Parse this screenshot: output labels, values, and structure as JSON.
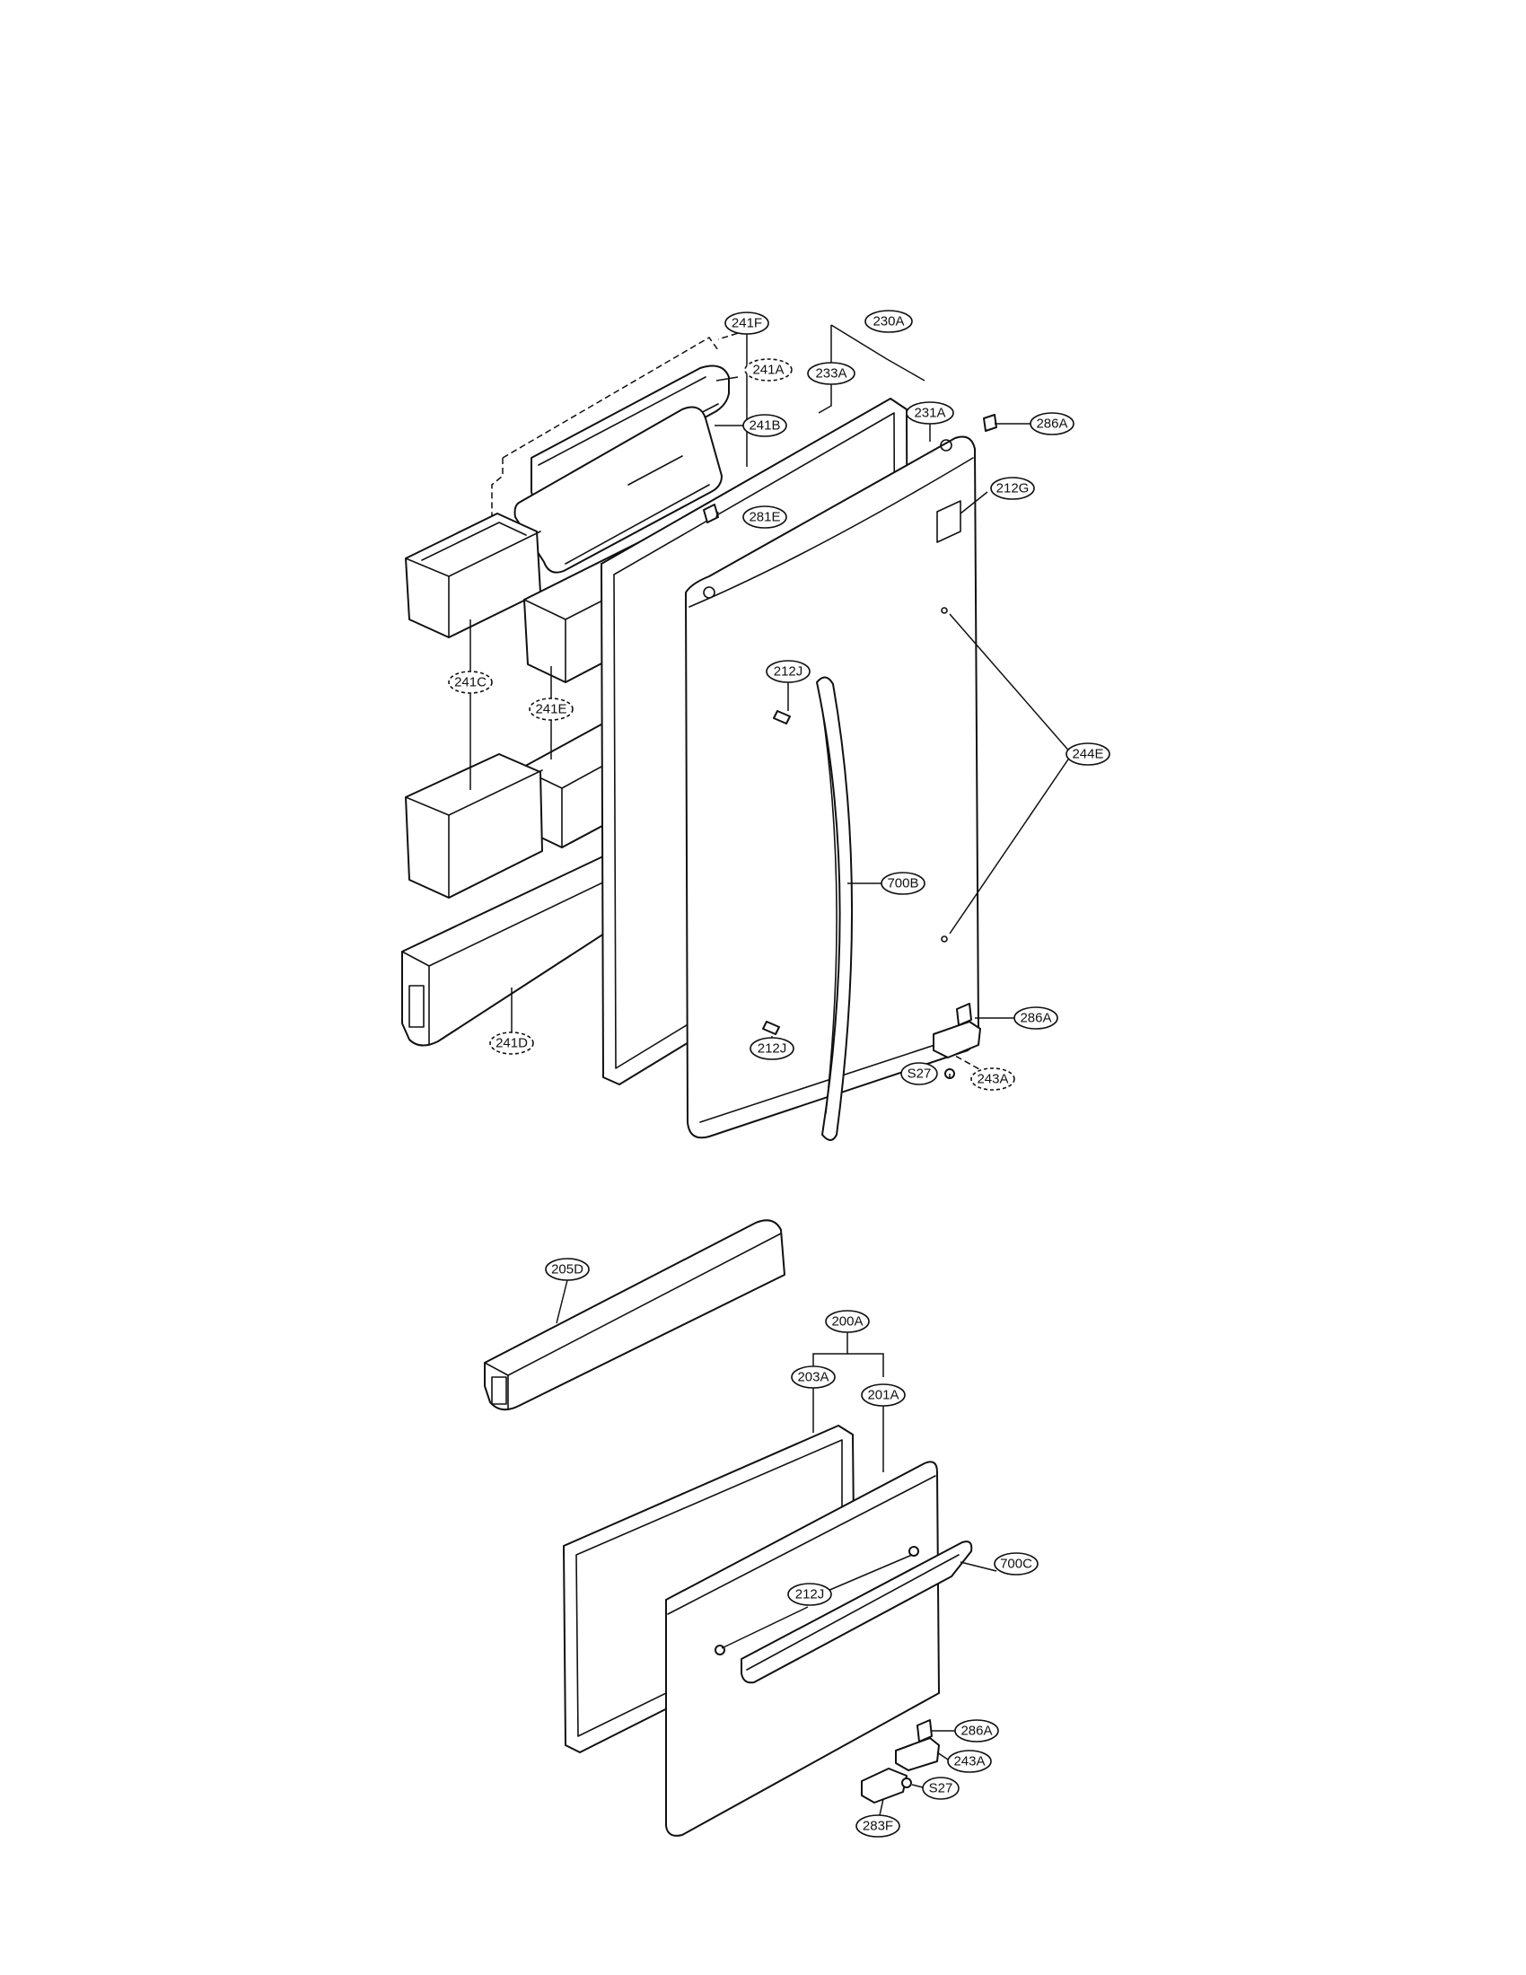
{
  "callouts": {
    "c241F": "241F",
    "c230A": "230A",
    "c241A": "241A",
    "c233A": "233A",
    "c231A": "231A",
    "c286A_top": "286A",
    "c241B": "241B",
    "c212G": "212G",
    "c281E": "281E",
    "c212J_upper": "212J",
    "c241C": "241C",
    "c241E": "241E",
    "c244E": "244E",
    "c700B": "700B",
    "c286A_mid": "286A",
    "c212J_lower": "212J",
    "c241D": "241D",
    "cS27_upper": "S27",
    "c243A_upper": "243A",
    "c205D": "205D",
    "c200A": "200A",
    "c203A": "203A",
    "c201A": "201A",
    "c700C": "700C",
    "c212J_bottom": "212J",
    "c286A_bottom": "286A",
    "c243A_bottom": "243A",
    "cS27_bottom": "S27",
    "c283F": "283F"
  }
}
